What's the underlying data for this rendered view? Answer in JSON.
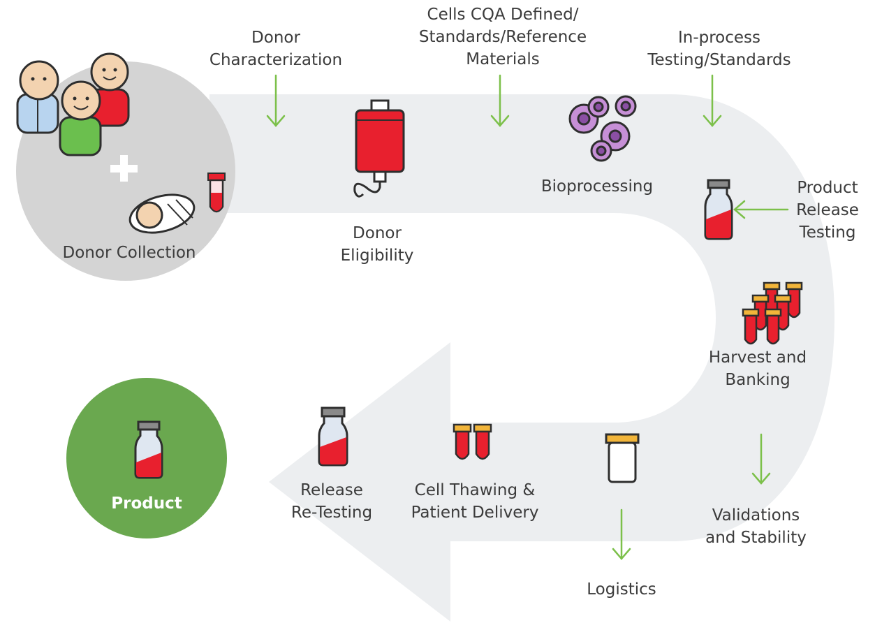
{
  "labels": {
    "donor_characterization": [
      "Donor",
      "Characterization"
    ],
    "cells_cqa": [
      "Cells CQA Defined/",
      "Standards/Reference",
      "Materials"
    ],
    "in_process": [
      "In-process",
      "Testing/Standards"
    ],
    "bioprocessing": "Bioprocessing",
    "product_release_testing": [
      "Product",
      "Release",
      "Testing"
    ],
    "donor_collection": "Donor Collection",
    "donor_eligibility": [
      "Donor",
      "Eligibility"
    ],
    "harvest_banking": [
      "Harvest and",
      "Banking"
    ],
    "validations_stability": [
      "Validations",
      "and Stability"
    ],
    "logistics": "Logistics",
    "cell_thawing": [
      "Cell Thawing &",
      "Patient Delivery"
    ],
    "release_retesting": [
      "Release",
      "Re-Testing"
    ],
    "product": "Product"
  },
  "colors": {
    "path": "#eceef0",
    "collection_circle": "#d4d4d4",
    "product_circle": "#6aa84f",
    "arrow": "#7cc04a",
    "blood": "#e8202e",
    "cell": "#b57ec8",
    "tube_cap": "#f2b53a"
  }
}
